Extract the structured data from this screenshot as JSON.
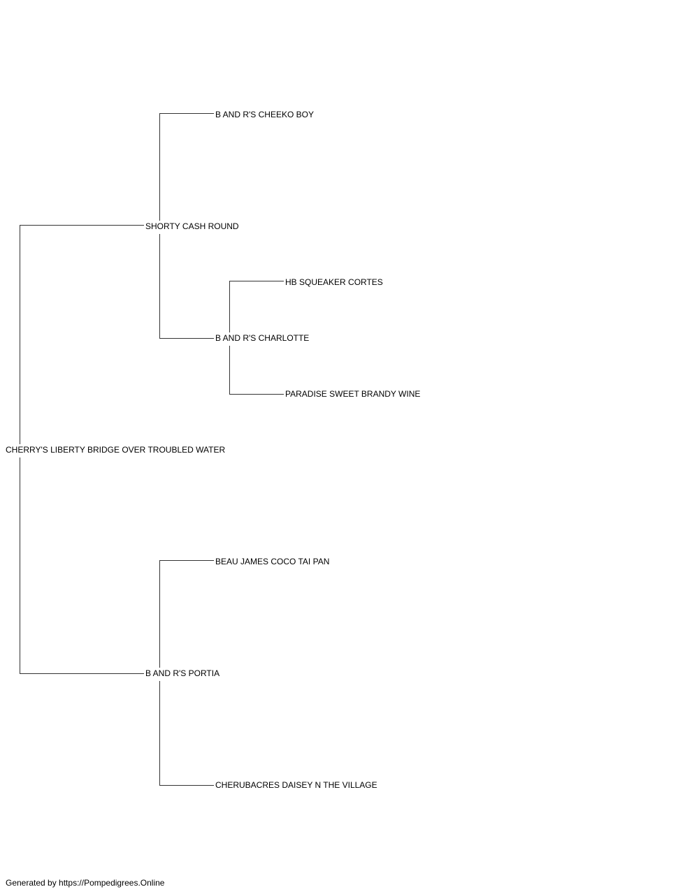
{
  "pedigree": {
    "subject": "CHERRY'S LIBERTY BRIDGE OVER TROUBLED WATER",
    "sire": "SHORTY CASH ROUND",
    "dam": "B AND R'S PORTIA",
    "sire_sire": "B AND R'S CHEEKO BOY",
    "sire_dam": "B AND R'S CHARLOTTE",
    "sire_dam_sire": "HB SQUEAKER CORTES",
    "sire_dam_dam": "PARADISE SWEET BRANDY WINE",
    "dam_sire": "BEAU JAMES COCO TAI PAN",
    "dam_dam": "CHERUBACRES DAISEY N THE VILLAGE"
  },
  "footer": {
    "text": "Generated by https://Pompedigrees.Online"
  },
  "style": {
    "line_color": "#333333",
    "text_color": "#000000",
    "background": "#ffffff"
  }
}
